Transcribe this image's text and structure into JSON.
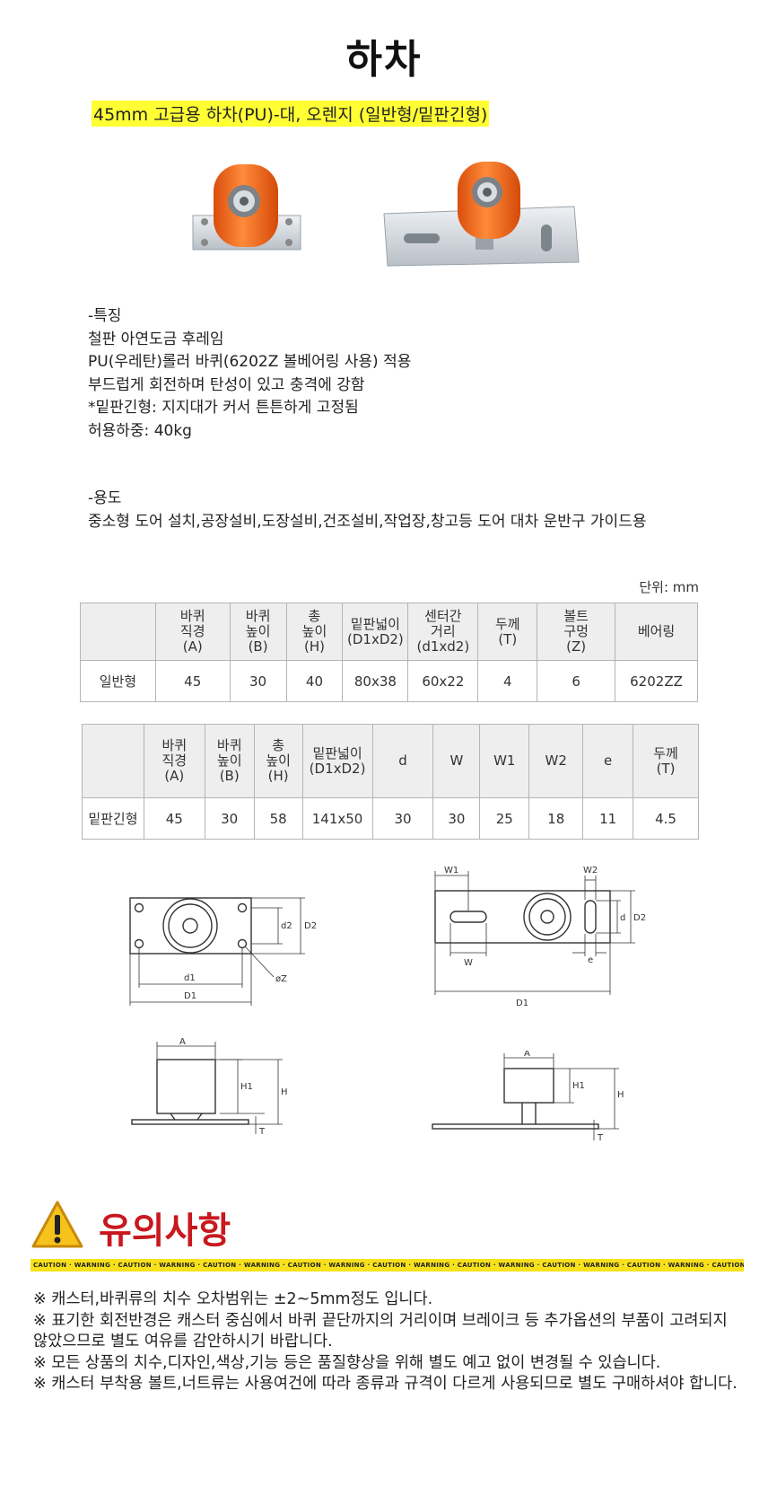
{
  "page": {
    "title": "하차",
    "subtitle": "45mm 고급용 하차(PU)-대, 오렌지 (일반형/밑판긴형)"
  },
  "features": {
    "heading": "-특징",
    "lines": [
      "철판 아연도금 후레임",
      "PU(우레탄)롤러 바퀴(6202Z 볼베어링 사용) 적용",
      "부드럽게 회전하며 탄성이 있고 충격에 강함",
      "*밑판긴형: 지지대가 커서 튼튼하게 고정됨",
      "허용하중: 40kg"
    ]
  },
  "usage": {
    "heading": "-용도",
    "text": "중소형 도어 설치,공장설비,도장설비,건조설비,작업장,창고등 도어 대차 운반구 가이드용"
  },
  "unit_label": "단위: mm",
  "table1": {
    "headers": [
      [
        "",
        "",
        ""
      ],
      [
        "바퀴",
        "직경",
        "(A)"
      ],
      [
        "바퀴",
        "높이",
        "(B)"
      ],
      [
        "총",
        "높이",
        "(H)"
      ],
      [
        "밑판넓이",
        "(D1xD2)",
        ""
      ],
      [
        "센터간",
        "거리",
        "(d1xd2)"
      ],
      [
        "두께",
        "(T)",
        ""
      ],
      [
        "볼트",
        "구멍",
        "(Z)"
      ],
      [
        "베어링",
        "",
        ""
      ]
    ],
    "rows": [
      [
        "일반형",
        "45",
        "30",
        "40",
        "80x38",
        "60x22",
        "4",
        "6",
        "6202ZZ"
      ]
    ]
  },
  "table2": {
    "headers": [
      [
        "",
        "",
        ""
      ],
      [
        "바퀴",
        "직경",
        "(A)"
      ],
      [
        "바퀴",
        "높이",
        "(B)"
      ],
      [
        "총",
        "높이",
        "(H)"
      ],
      [
        "밑판넓이",
        "(D1xD2)",
        ""
      ],
      [
        "d",
        "",
        ""
      ],
      [
        "W",
        "",
        ""
      ],
      [
        "W1",
        "",
        ""
      ],
      [
        "W2",
        "",
        ""
      ],
      [
        "e",
        "",
        ""
      ],
      [
        "두께",
        "(T)",
        ""
      ]
    ],
    "rows": [
      [
        "밑판긴형",
        "45",
        "30",
        "58",
        "141x50",
        "30",
        "30",
        "25",
        "18",
        "11",
        "4.5"
      ]
    ]
  },
  "diagram_labels": {
    "d1": "d1",
    "D1": "D1",
    "d2": "d2",
    "D2": "D2",
    "Z": "øZ",
    "A": "A",
    "H1": "H1",
    "H": "H",
    "T": "T",
    "W": "W",
    "W1": "W1",
    "W2": "W2",
    "e": "e",
    "d": "d"
  },
  "notice": {
    "title": "유의사항",
    "band_text": "CAUTION · WARNING · CAUTION · WARNING · CAUTION · WARNING · CAUTION · WARNING · CAUTION · WARNING · CAUTION · WARNING · CAUTION · WARNING · CAUTION · WARNING · CAUTION · WARNING",
    "notes": [
      "※ 캐스터,바퀴류의 치수 오차범위는 ±2~5mm정도 입니다.",
      "※ 표기한 회전반경은 캐스터 중심에서 바퀴 끝단까지의 거리이며 브레이크 등 추가옵션의 부품이 고려되지 않았으므로 별도 여유를 감안하시기 바랍니다.",
      "※ 모든 상품의 치수,디자인,색상,기능 등은 품질향상을 위해 별도 예고 없이 변경될 수 있습니다.",
      "※ 캐스터 부착용 볼트,너트류는 사용여건에 따라 종류과 규격이 다르게 사용되므로 별도 구매하셔야 합니다."
    ]
  },
  "colors": {
    "highlight": "#ffff33",
    "wheel_orange": "#f26a1b",
    "notice_red": "#c8181e",
    "band_yellow": "#f7e11c"
  }
}
